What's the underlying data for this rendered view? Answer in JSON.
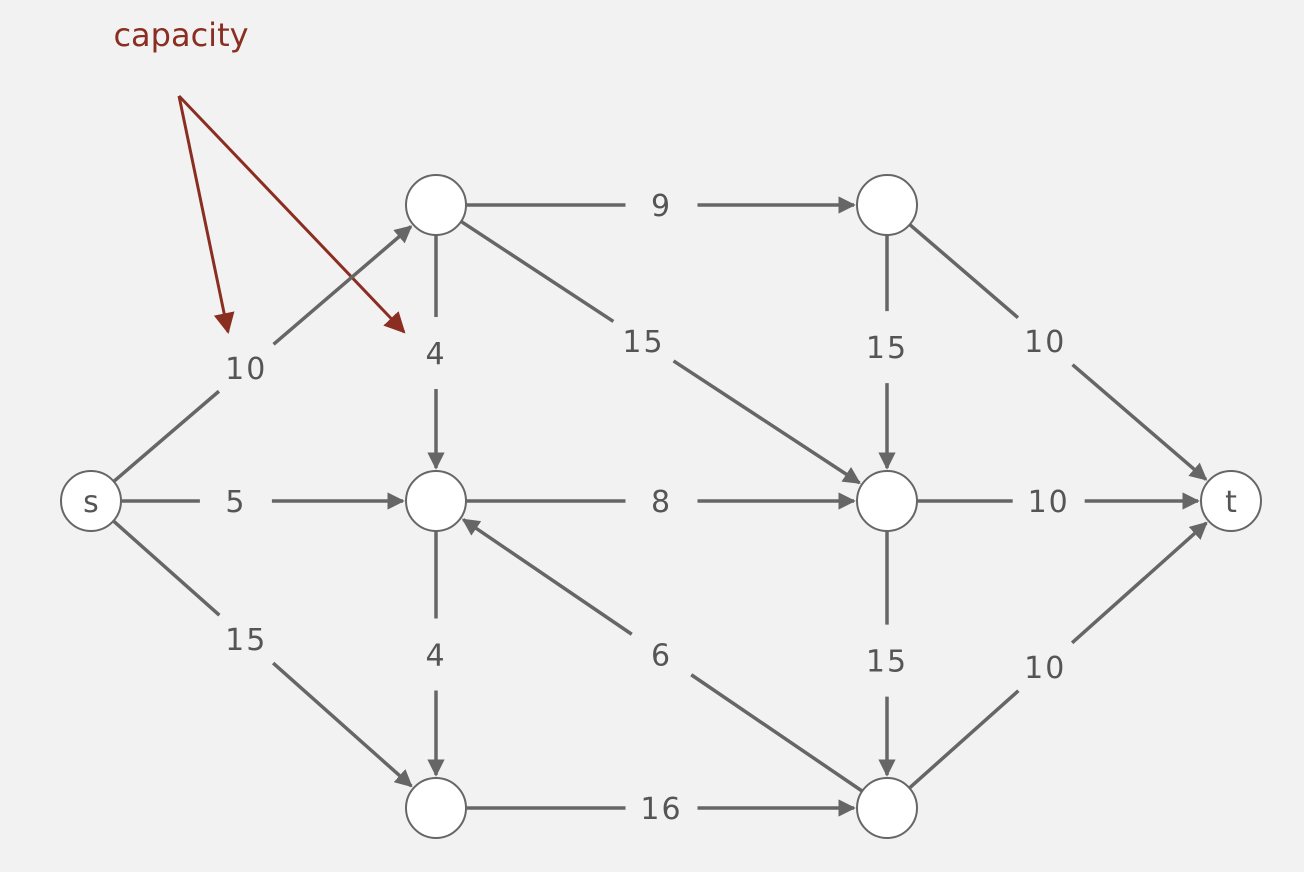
{
  "colors": {
    "background": "#f2f2f2",
    "edge": "#666666",
    "label": "#555555",
    "annotation": "#8b2e22",
    "node_fill": "#ffffff"
  },
  "annotation": {
    "text": "capacity"
  },
  "nodes": [
    {
      "id": "s",
      "label": "s"
    },
    {
      "id": "a",
      "label": ""
    },
    {
      "id": "b",
      "label": ""
    },
    {
      "id": "c",
      "label": ""
    },
    {
      "id": "d",
      "label": ""
    },
    {
      "id": "e",
      "label": ""
    },
    {
      "id": "f",
      "label": ""
    },
    {
      "id": "t",
      "label": "t"
    }
  ],
  "edges": [
    {
      "from": "s",
      "to": "a",
      "capacity": "10"
    },
    {
      "from": "s",
      "to": "b",
      "capacity": "5"
    },
    {
      "from": "s",
      "to": "c",
      "capacity": "15"
    },
    {
      "from": "a",
      "to": "d",
      "capacity": "9"
    },
    {
      "from": "a",
      "to": "b",
      "capacity": "4"
    },
    {
      "from": "a",
      "to": "e",
      "capacity": "15"
    },
    {
      "from": "b",
      "to": "e",
      "capacity": "8"
    },
    {
      "from": "b",
      "to": "c",
      "capacity": "4"
    },
    {
      "from": "f",
      "to": "b",
      "capacity": "6"
    },
    {
      "from": "c",
      "to": "f",
      "capacity": "16"
    },
    {
      "from": "d",
      "to": "e",
      "capacity": "15"
    },
    {
      "from": "d",
      "to": "t",
      "capacity": "10"
    },
    {
      "from": "e",
      "to": "t",
      "capacity": "10"
    },
    {
      "from": "e",
      "to": "f",
      "capacity": "15"
    },
    {
      "from": "f",
      "to": "t",
      "capacity": "10"
    }
  ]
}
